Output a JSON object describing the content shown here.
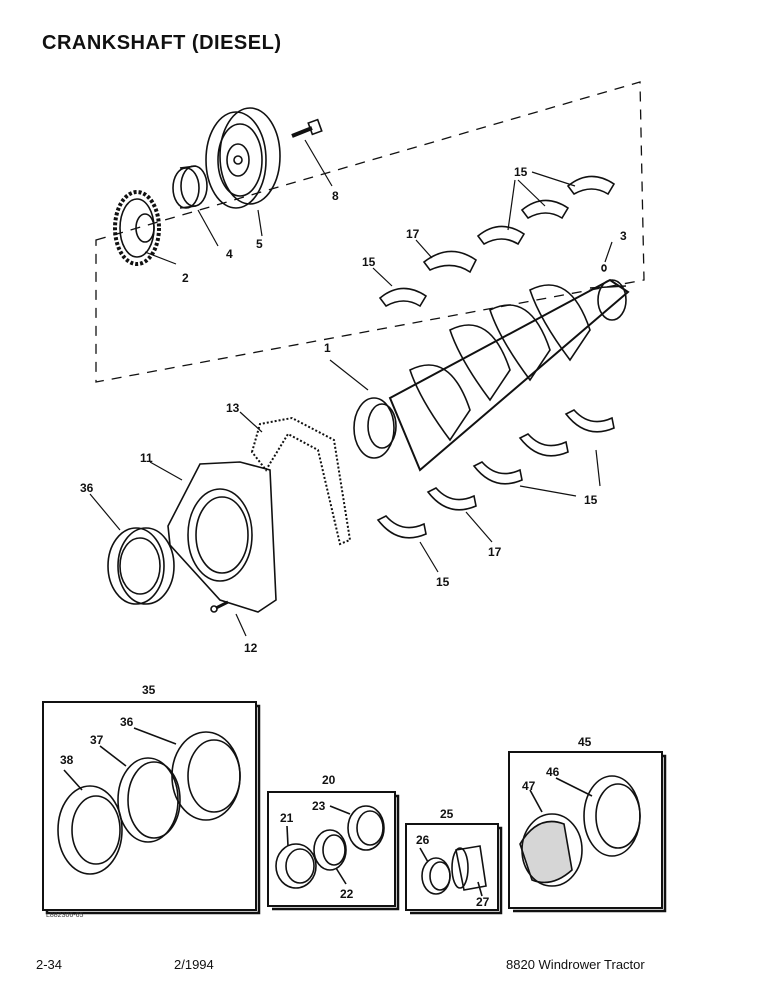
{
  "page_title": "CRANKSHAFT (DIESEL)",
  "callouts": {
    "c1": "1",
    "c2": "2",
    "c3": "3",
    "c4": "4",
    "c5": "5",
    "c8": "8",
    "c11": "11",
    "c12": "12",
    "c13": "13",
    "c15a": "15",
    "c15b": "15",
    "c15c": "15",
    "c15d": "15",
    "c17a": "17",
    "c17b": "17",
    "c20": "20",
    "c21": "21",
    "c22": "22",
    "c23": "23",
    "c25": "25",
    "c26": "26",
    "c27": "27",
    "c35": "35",
    "c36a": "36",
    "c36b": "36",
    "c37": "37",
    "c38": "38",
    "c45": "45",
    "c46": "46",
    "c47": "47"
  },
  "reference_code": "L882306-65",
  "footer": {
    "page_number": "2-34",
    "date": "2/1994",
    "model": "8820 Windrower Tractor"
  }
}
